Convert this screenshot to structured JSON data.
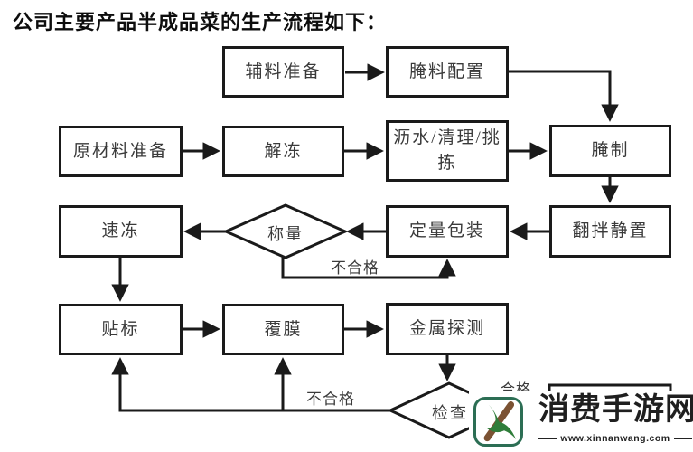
{
  "title": "公司主要产品半成品菜的生产流程如下：",
  "flowchart": {
    "nodes": [
      {
        "id": "aux-prep",
        "label": "辅料准备",
        "type": "process"
      },
      {
        "id": "marinade-config",
        "label": "腌料配置",
        "type": "process"
      },
      {
        "id": "raw-material-prep",
        "label": "原材料准备",
        "type": "process"
      },
      {
        "id": "thaw",
        "label": "解冻",
        "type": "process"
      },
      {
        "id": "drain-clean-sort",
        "label": "沥水/清理/挑拣",
        "type": "process"
      },
      {
        "id": "marinate",
        "label": "腌制",
        "type": "process"
      },
      {
        "id": "quick-freeze",
        "label": "速冻",
        "type": "process"
      },
      {
        "id": "weigh",
        "label": "称量",
        "type": "decision"
      },
      {
        "id": "quantitative-packaging",
        "label": "定量包装",
        "type": "process"
      },
      {
        "id": "toss-and-rest",
        "label": "翻拌静置",
        "type": "process"
      },
      {
        "id": "labeling",
        "label": "贴标",
        "type": "process"
      },
      {
        "id": "film-covering",
        "label": "覆膜",
        "type": "process"
      },
      {
        "id": "metal-detection",
        "label": "金属探测",
        "type": "process"
      },
      {
        "id": "inspection",
        "label": "检查",
        "type": "decision"
      }
    ],
    "edge_labels": {
      "weigh_fail": "不合格",
      "inspection_fail": "不合格",
      "inspection_pass": "合格"
    }
  },
  "watermark": {
    "site_name": "消费手游网",
    "site_url": "www.xinnanwang.com",
    "logo_colors": {
      "border": "#2c6e54",
      "stick": "#7b5233",
      "leaf": "#2f7d3a"
    }
  },
  "colors": {
    "background": "#ffffff",
    "line": "#1a1a1a",
    "box_border": "#1a1a1a",
    "text": "#3a3a3a",
    "title_text": "#0d0d0d"
  }
}
